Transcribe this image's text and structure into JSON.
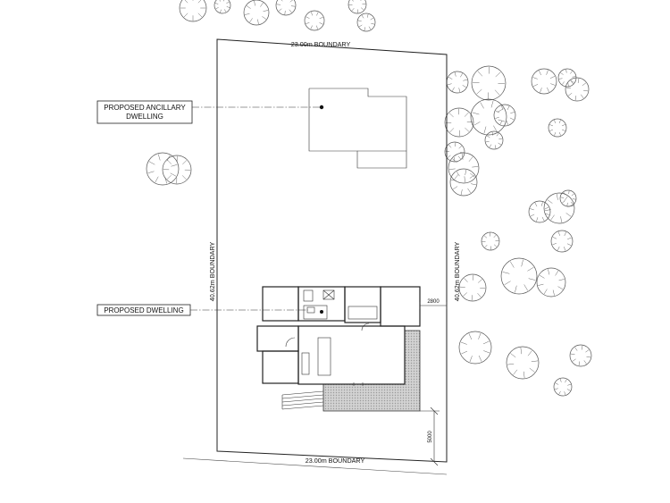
{
  "labels": {
    "boundary_top": "23.00m BOUNDARY",
    "boundary_bottom": "23.00m BOUNDARY",
    "boundary_left": "40.62m BOUNDARY",
    "boundary_right": "40.62m BOUNDARY",
    "ancillary_line1": "PROPOSED ANCILLARY",
    "ancillary_line2": "DWELLING",
    "dwelling": "PROPOSED DWELLING",
    "dim_2800": "2800",
    "dim_5000": "5000"
  },
  "colors": {
    "line": "#222222",
    "deck_hatch": "#bdbdbd",
    "tree_stroke": "#555555"
  }
}
